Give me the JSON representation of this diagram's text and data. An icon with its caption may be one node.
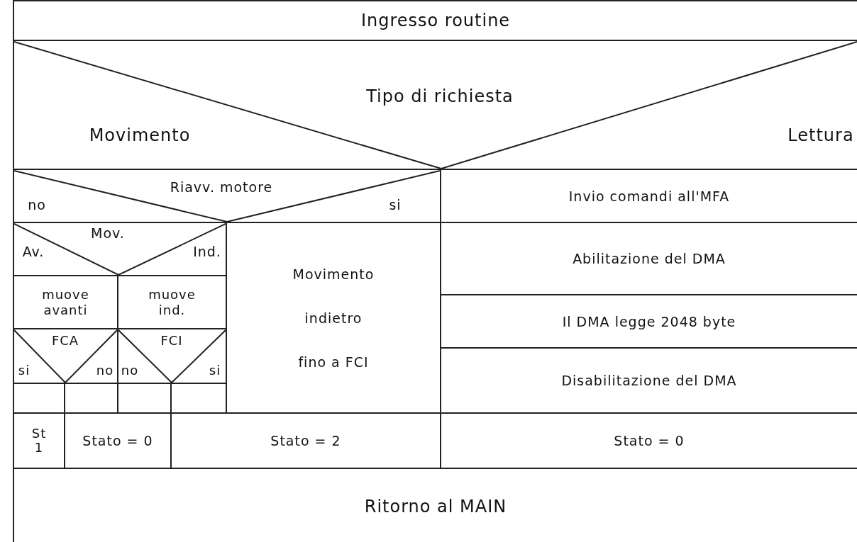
{
  "diagram": {
    "nodes": [
      {
        "text": [
          "Ingresso routine"
        ]
      },
      {
        "text": [
          "Tipo di richiesta",
          "Movimento",
          "Lettura"
        ]
      },
      {
        "text": [
          "Riavv. motore",
          "no",
          "si"
        ]
      },
      {
        "text": [
          "Invio comandi all'MFA"
        ]
      },
      {
        "text": [
          "Mov.",
          "Av.",
          "Ind."
        ]
      },
      {
        "text": [
          "Movimento indietro fino a FCI"
        ]
      },
      {
        "text": [
          "Abilitazione del DMA"
        ]
      },
      {
        "text": [
          "muove avanti"
        ]
      },
      {
        "text": [
          "muove ind."
        ]
      },
      {
        "text": [
          "Il DMA legge 2048 byte"
        ]
      },
      {
        "text": [
          "FCA",
          "si",
          "no"
        ]
      },
      {
        "text": [
          "FCI",
          "no",
          "si"
        ]
      },
      {
        "text": [
          "Disabilitazione del DMA"
        ]
      },
      {
        "text": [],
        "shape": "box"
      },
      {
        "text": [],
        "shape": "box"
      },
      {
        "text": [],
        "shape": "box"
      },
      {
        "text": [],
        "shape": "box"
      },
      {
        "text": [
          "St 1"
        ]
      },
      {
        "text": [
          "Stato = 0"
        ]
      },
      {
        "text": [
          "Stato = 2"
        ]
      },
      {
        "text": [
          "Stato = 0"
        ]
      },
      {
        "text": [
          "Ritorno al MAIN"
        ]
      }
    ],
    "edges": []
  }
}
